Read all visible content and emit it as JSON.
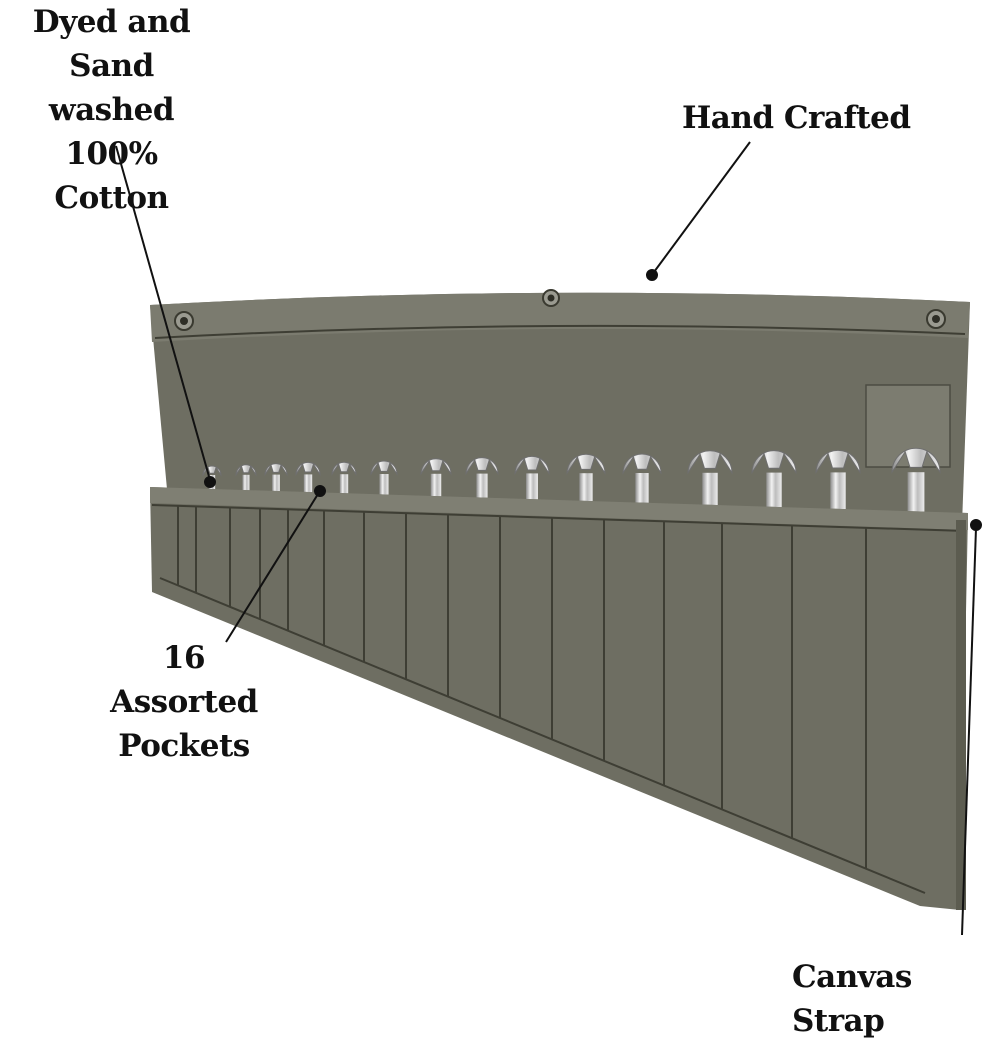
{
  "callouts": {
    "cotton": [
      "Dyed and",
      "Sand washed",
      "100% Cotton"
    ],
    "hand_crafted": "Hand Crafted",
    "pockets": [
      "16",
      "Assorted Pockets"
    ],
    "canvas_strap": "Canvas Strap"
  },
  "colors": {
    "canvas": "#6e6e62",
    "canvas_dark": "#5a5a4e",
    "canvas_light": "#85857a",
    "stitch": "#3e3e34",
    "chrome": "#d6d6d6",
    "leader_line": "#111111"
  },
  "product": {
    "item": "wrench roll",
    "pocket_count": 16,
    "wrench_count": 15
  }
}
